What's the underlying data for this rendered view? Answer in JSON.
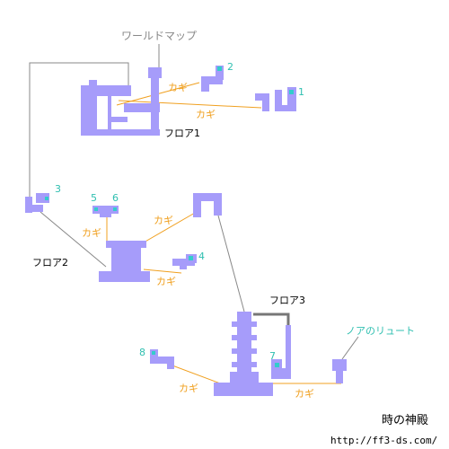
{
  "colors": {
    "room": "#a69cfa",
    "marker": "#33cccc",
    "marker_text": "#2fbfb0",
    "key": "#f0a020"
  },
  "labels": {
    "world_map": "ワールドマップ",
    "floor1": "フロア1",
    "floor2": "フロア2",
    "floor3": "フロア3",
    "noah_lute": "ノアのリュート",
    "key": "カギ",
    "title": "時の神殿",
    "url": "http://ff3-ds.com/"
  },
  "markers": {
    "m1": "1",
    "m2": "2",
    "m3": "3",
    "m4": "4",
    "m5": "5",
    "m6": "6",
    "m7": "7",
    "m8": "8"
  }
}
